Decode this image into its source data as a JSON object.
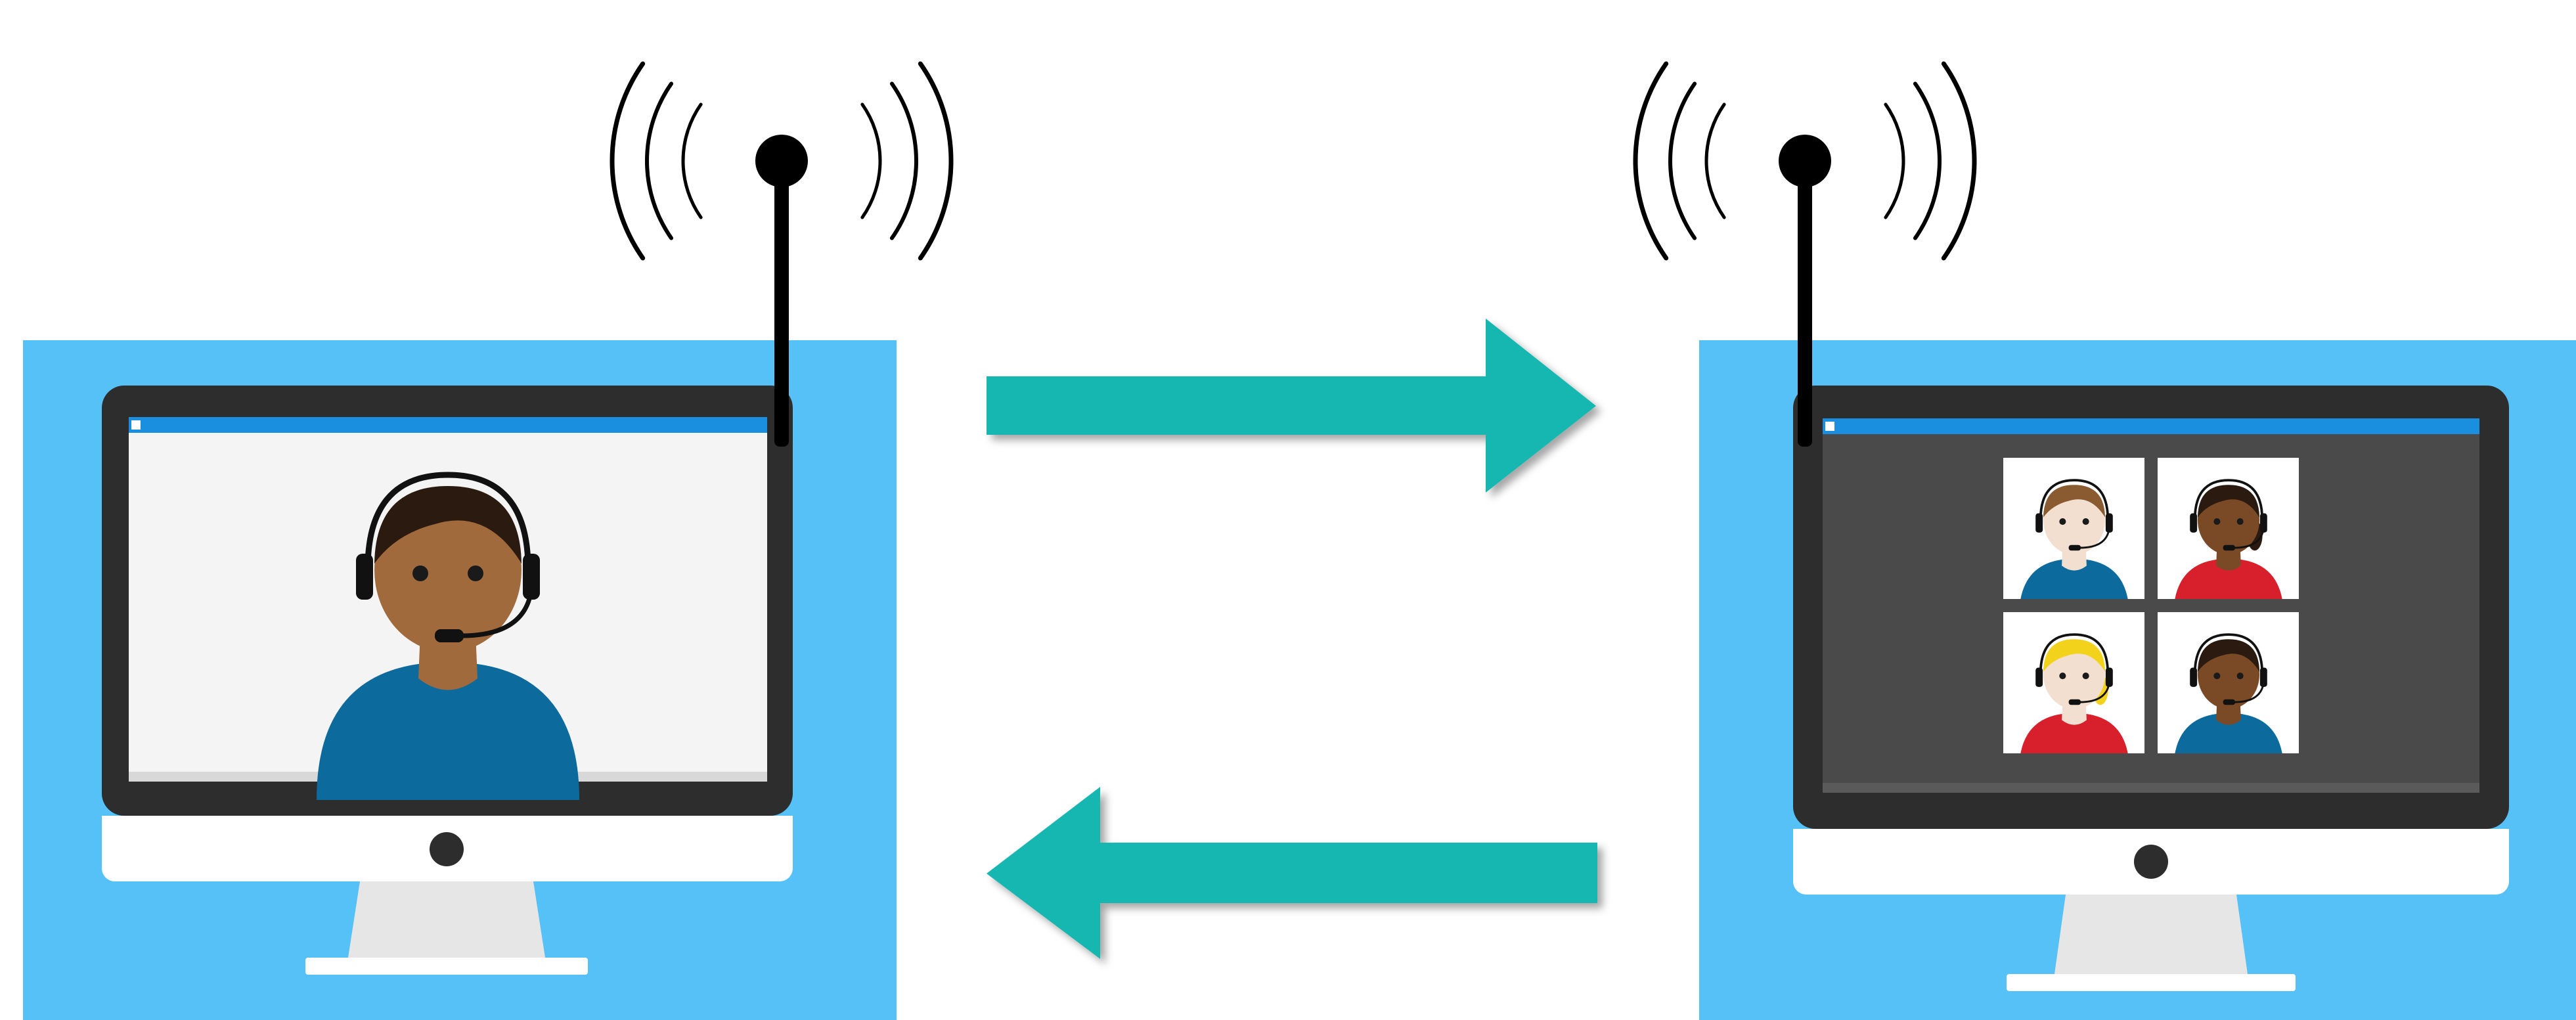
{
  "colors": {
    "background": "#ffffff",
    "panel_blue": "#55c1f6",
    "monitor_bezel": "#2d2d2d",
    "monitor_chin": "#ffffff",
    "stand": "#e6e6e6",
    "window_titlebar": "#1a8fe0",
    "screen_light": "#f4f4f4",
    "screen_dark": "#4a4a4a",
    "arrow_teal": "#17b7b1",
    "antenna": "#000000",
    "skin_brown": "#a06a3c",
    "skin_dark": "#7a4a26",
    "skin_light": "#f2dfd0",
    "hair_dark": "#2a1a10",
    "hair_brown": "#8a5a30",
    "hair_blonde": "#f3d21c",
    "shirt_blue": "#0c6a9c",
    "shirt_red": "#d8202c"
  },
  "scene": {
    "left_station": {
      "antenna_icon": "wifi-broadcast-antenna",
      "screen_mode": "single-caller",
      "caller": {
        "skin": "brown",
        "hair": "dark",
        "shirt": "blue",
        "headset": true
      }
    },
    "right_station": {
      "antenna_icon": "wifi-broadcast-antenna",
      "screen_mode": "grid-2x2",
      "participants": [
        {
          "skin": "light",
          "hair": "brown",
          "shirt": "blue",
          "headset": true
        },
        {
          "skin": "dark",
          "hair": "dark-ponytail",
          "shirt": "red",
          "headset": true
        },
        {
          "skin": "light",
          "hair": "blonde-ponytail",
          "shirt": "red",
          "headset": true
        },
        {
          "skin": "dark",
          "hair": "dark",
          "shirt": "blue",
          "headset": true
        }
      ]
    },
    "arrows": [
      {
        "name": "arrow-right",
        "direction": "right"
      },
      {
        "name": "arrow-left",
        "direction": "left"
      }
    ]
  }
}
